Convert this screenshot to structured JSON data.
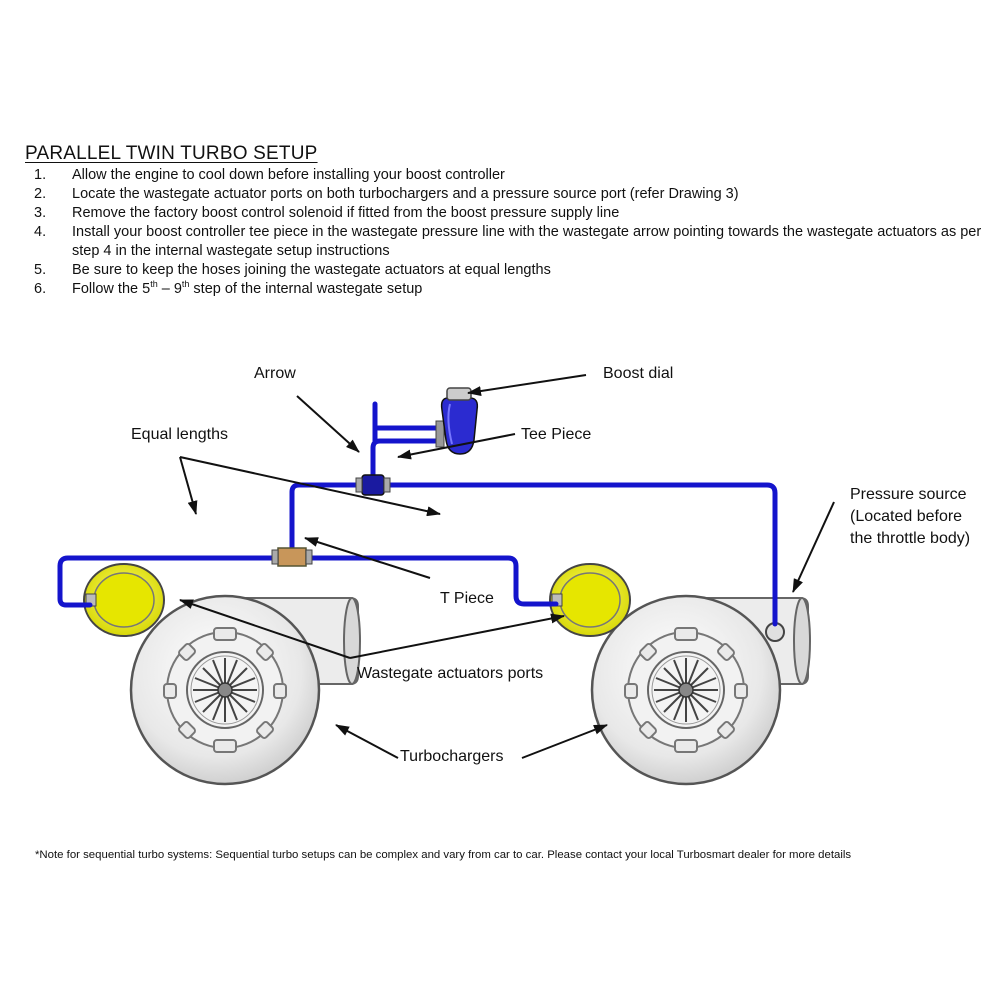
{
  "title": "PARALLEL TWIN TURBO SETUP",
  "steps": [
    {
      "num": "1.",
      "text": "Allow the engine to cool down before installing your boost controller"
    },
    {
      "num": "2.",
      "text": "Locate the wastegate actuator ports on both turbochargers and a pressure source port (refer Drawing 3)"
    },
    {
      "num": "3.",
      "text": "Remove the factory boost control solenoid if fitted from the boost pressure supply line"
    },
    {
      "num": "4.",
      "text": "Install your boost controller tee piece in the wastegate pressure line with the wastegate arrow pointing towards the wastegate actuators as per step 4 in the internal wastegate setup instructions"
    },
    {
      "num": "5.",
      "text": "Be sure to keep the hoses joining the wastegate actuators at equal lengths"
    },
    {
      "num": "6.",
      "text_before": "Follow the 5",
      "sup1": "th",
      "text_mid": " – 9",
      "sup2": "th",
      "text_after": " step of the internal wastegate setup"
    }
  ],
  "labels": {
    "arrow": "Arrow",
    "boost_dial": "Boost dial",
    "tee_piece": "Tee Piece",
    "equal_lengths": "Equal lengths",
    "pressure_source_line1": "Pressure source",
    "pressure_source_line2": "(Located before",
    "pressure_source_line3": "the throttle body)",
    "t_piece": "T Piece",
    "wastegate_ports": "Wastegate actuators ports",
    "turbochargers": "Turbochargers"
  },
  "note": "*Note for sequential turbo systems: Sequential turbo setups can be complex and vary from car to car. Please contact your local Turbosmart dealer for more details",
  "colors": {
    "hose": "#1414cc",
    "actuator": "#e6e600",
    "turbo_body": "#e8e8e8",
    "turbo_outline": "#555555"
  }
}
